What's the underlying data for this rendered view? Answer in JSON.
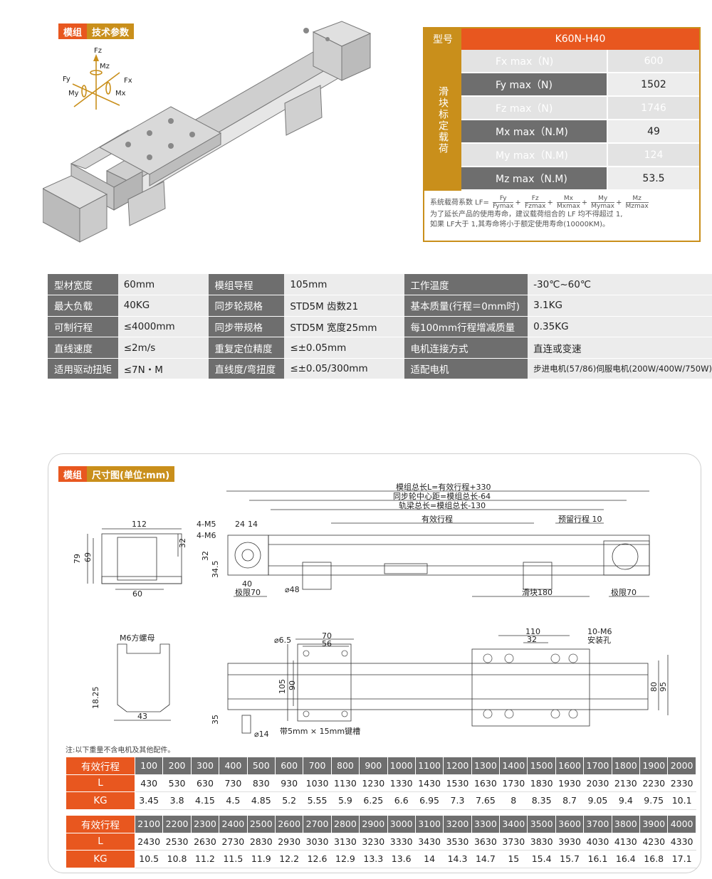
{
  "tags": {
    "module1": "模组",
    "params": "技术参数",
    "module2": "模组",
    "dims": "尺寸图(单位:mm)"
  },
  "axes_labels": [
    "Fz",
    "Mz",
    "Fy",
    "Fx",
    "My",
    "Mx"
  ],
  "load_table": {
    "head_key": "型号",
    "head_model": "K60N-H40",
    "side": "滑块标定载荷",
    "rows": [
      {
        "k": "Fx max（N)",
        "v": "600"
      },
      {
        "k": "Fy max（N)",
        "v": "1502"
      },
      {
        "k": "Fz max（N)",
        "v": "1746"
      },
      {
        "k": "Mx max（N.M)",
        "v": "49"
      },
      {
        "k": "My max（N.M)",
        "v": "124"
      },
      {
        "k": "Mz max（N.M)",
        "v": "53.5"
      }
    ],
    "formula_prefix": "系统载荷系数 LF=",
    "formula_terms": [
      {
        "n": "Fy",
        "d": "Fymax"
      },
      {
        "n": "Fz",
        "d": "Fzmax"
      },
      {
        "n": "Mx",
        "d": "Mxmax"
      },
      {
        "n": "My",
        "d": "Mymax"
      },
      {
        "n": "Mz",
        "d": "Mzmax"
      }
    ],
    "note1": "为了延长产品的使用寿命，建议载荷组合的 LF 均不得超过 1,",
    "note2": "如果 LF大于 1,其寿命将小于额定使用寿命(10000KM)。"
  },
  "specs": [
    [
      "型材宽度",
      "60mm",
      "模组导程",
      "105mm",
      "工作温度",
      "-30℃~60℃"
    ],
    [
      "最大负载",
      "40KG",
      "同步轮规格",
      "STD5M 齿数21",
      "基本质量(行程＝0mm时)",
      "3.1KG"
    ],
    [
      "可制行程",
      "≤4000mm",
      "同步带规格",
      "STD5M 宽度25mm",
      "每100mm行程增减质量",
      "0.35KG"
    ],
    [
      "直线速度",
      "≤2m/s",
      "重复定位精度",
      "≤±0.05mm",
      "电机连接方式",
      "直连或变速"
    ],
    [
      "适用驱动扭矩",
      "≤7N・M",
      "直线度/弯扭度",
      "≤±0.05/300mm",
      "适配电机",
      "步进电机(57/86)伺服电机(200W/400W/750W)"
    ]
  ],
  "dims": {
    "total_len": "模组总长L=有效行程+330",
    "pulley": "同步轮中心距=模组总长-64",
    "rail": "轨梁总长=模组总长-130",
    "stroke": "有效行程",
    "reserve": "预留行程 10",
    "limit_l": "极限70",
    "limit_r": "极限70",
    "slider": "滑块180",
    "m5": "4-M5",
    "m6": "4-M6",
    "d112": "112",
    "d79": "79",
    "d69": "69",
    "d32a": "32",
    "d60": "60",
    "d24": "24",
    "d14a": "14",
    "d32b": "32",
    "d34": "34.5",
    "d40": "40",
    "d48": "⌀48",
    "nut": "M6方螺母",
    "d1825": "18.25",
    "d43": "43",
    "d65": "⌀6.5",
    "d70": "70",
    "d56": "56",
    "d105": "105",
    "d90": "90",
    "d35": "35",
    "d14b": "⌀14",
    "keyway": "带5mm × 15mm键槽",
    "d110": "110",
    "d32c": "32",
    "m6holes": "10-M6",
    "mount": "安装孔",
    "d80": "80",
    "d95": "95"
  },
  "note": "注:以下重量不含电机及其他配件。",
  "table1": {
    "heads": [
      "有效行程",
      "L",
      "KG"
    ],
    "stroke": [
      "100",
      "200",
      "300",
      "400",
      "500",
      "600",
      "700",
      "800",
      "900",
      "1000",
      "1100",
      "1200",
      "1300",
      "1400",
      "1500",
      "1600",
      "1700",
      "1800",
      "1900",
      "2000"
    ],
    "L": [
      "430",
      "530",
      "630",
      "730",
      "830",
      "930",
      "1030",
      "1130",
      "1230",
      "1330",
      "1430",
      "1530",
      "1630",
      "1730",
      "1830",
      "1930",
      "2030",
      "2130",
      "2230",
      "2330"
    ],
    "KG": [
      "3.45",
      "3.8",
      "4.15",
      "4.5",
      "4.85",
      "5.2",
      "5.55",
      "5.9",
      "6.25",
      "6.6",
      "6.95",
      "7.3",
      "7.65",
      "8",
      "8.35",
      "8.7",
      "9.05",
      "9.4",
      "9.75",
      "10.1"
    ]
  },
  "table2": {
    "heads": [
      "有效行程",
      "L",
      "KG"
    ],
    "stroke": [
      "2100",
      "2200",
      "2300",
      "2400",
      "2500",
      "2600",
      "2700",
      "2800",
      "2900",
      "3000",
      "3100",
      "3200",
      "3300",
      "3400",
      "3500",
      "3600",
      "3700",
      "3800",
      "3900",
      "4000"
    ],
    "L": [
      "2430",
      "2530",
      "2630",
      "2730",
      "2830",
      "2930",
      "3030",
      "3130",
      "3230",
      "3330",
      "3430",
      "3530",
      "3630",
      "3730",
      "3830",
      "3930",
      "4030",
      "4130",
      "4230",
      "4330"
    ],
    "KG": [
      "10.5",
      "10.8",
      "11.2",
      "11.5",
      "11.9",
      "12.2",
      "12.6",
      "12.9",
      "13.3",
      "13.6",
      "14",
      "14.3",
      "14.7",
      "15",
      "15.4",
      "15.7",
      "16.1",
      "16.4",
      "16.8",
      "17.1"
    ]
  }
}
